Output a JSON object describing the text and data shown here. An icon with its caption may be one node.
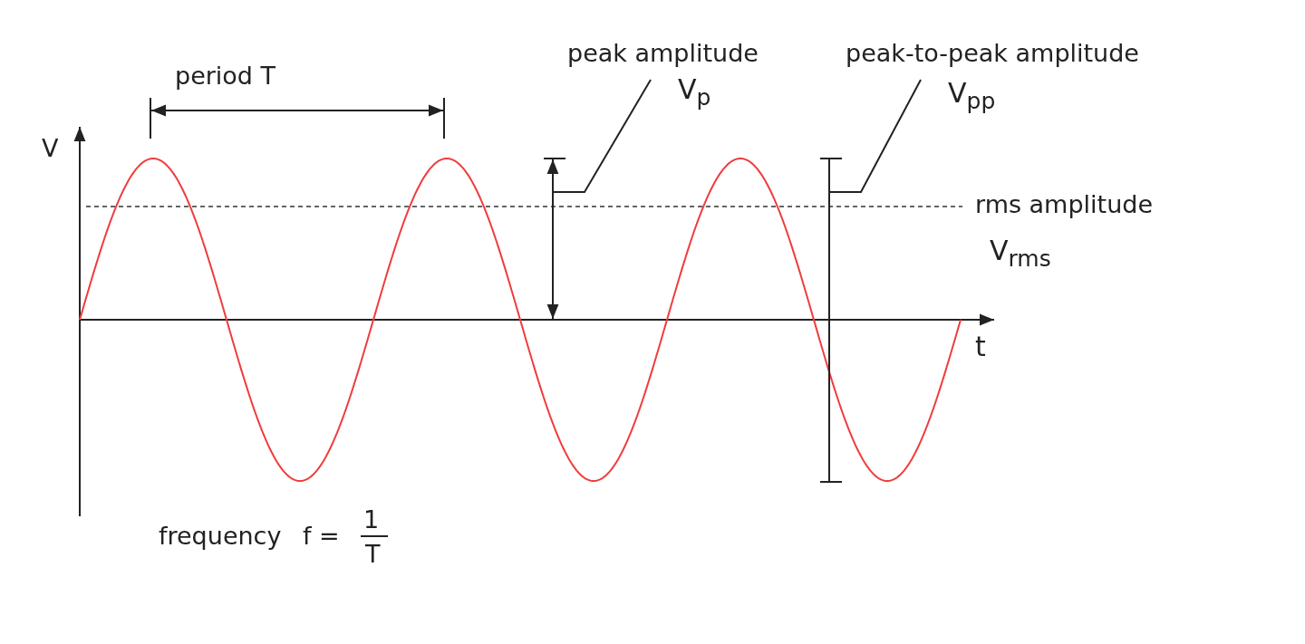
{
  "diagram": {
    "nodes": [
      {
        "text": [
          "peak amplitude",
          "V$_{p}$"
        ]
      },
      {
        "text": [],
        "shape": "bar"
      },
      {
        "text": [
          "peak-to-peak amplitude",
          "V$_{pp}$"
        ]
      },
      {
        "text": [],
        "shape": "bar"
      }
    ],
    "edges": [
      {
        "from": 0,
        "to": 1,
        "arrow": "none"
      },
      {
        "from": 2,
        "to": 3,
        "arrow": "none"
      }
    ],
    "labels": [
      "period T",
      "V",
      "rms amplitude",
      "V$_{rms}$",
      "t",
      "frequency",
      "f =",
      "1",
      "T"
    ]
  }
}
